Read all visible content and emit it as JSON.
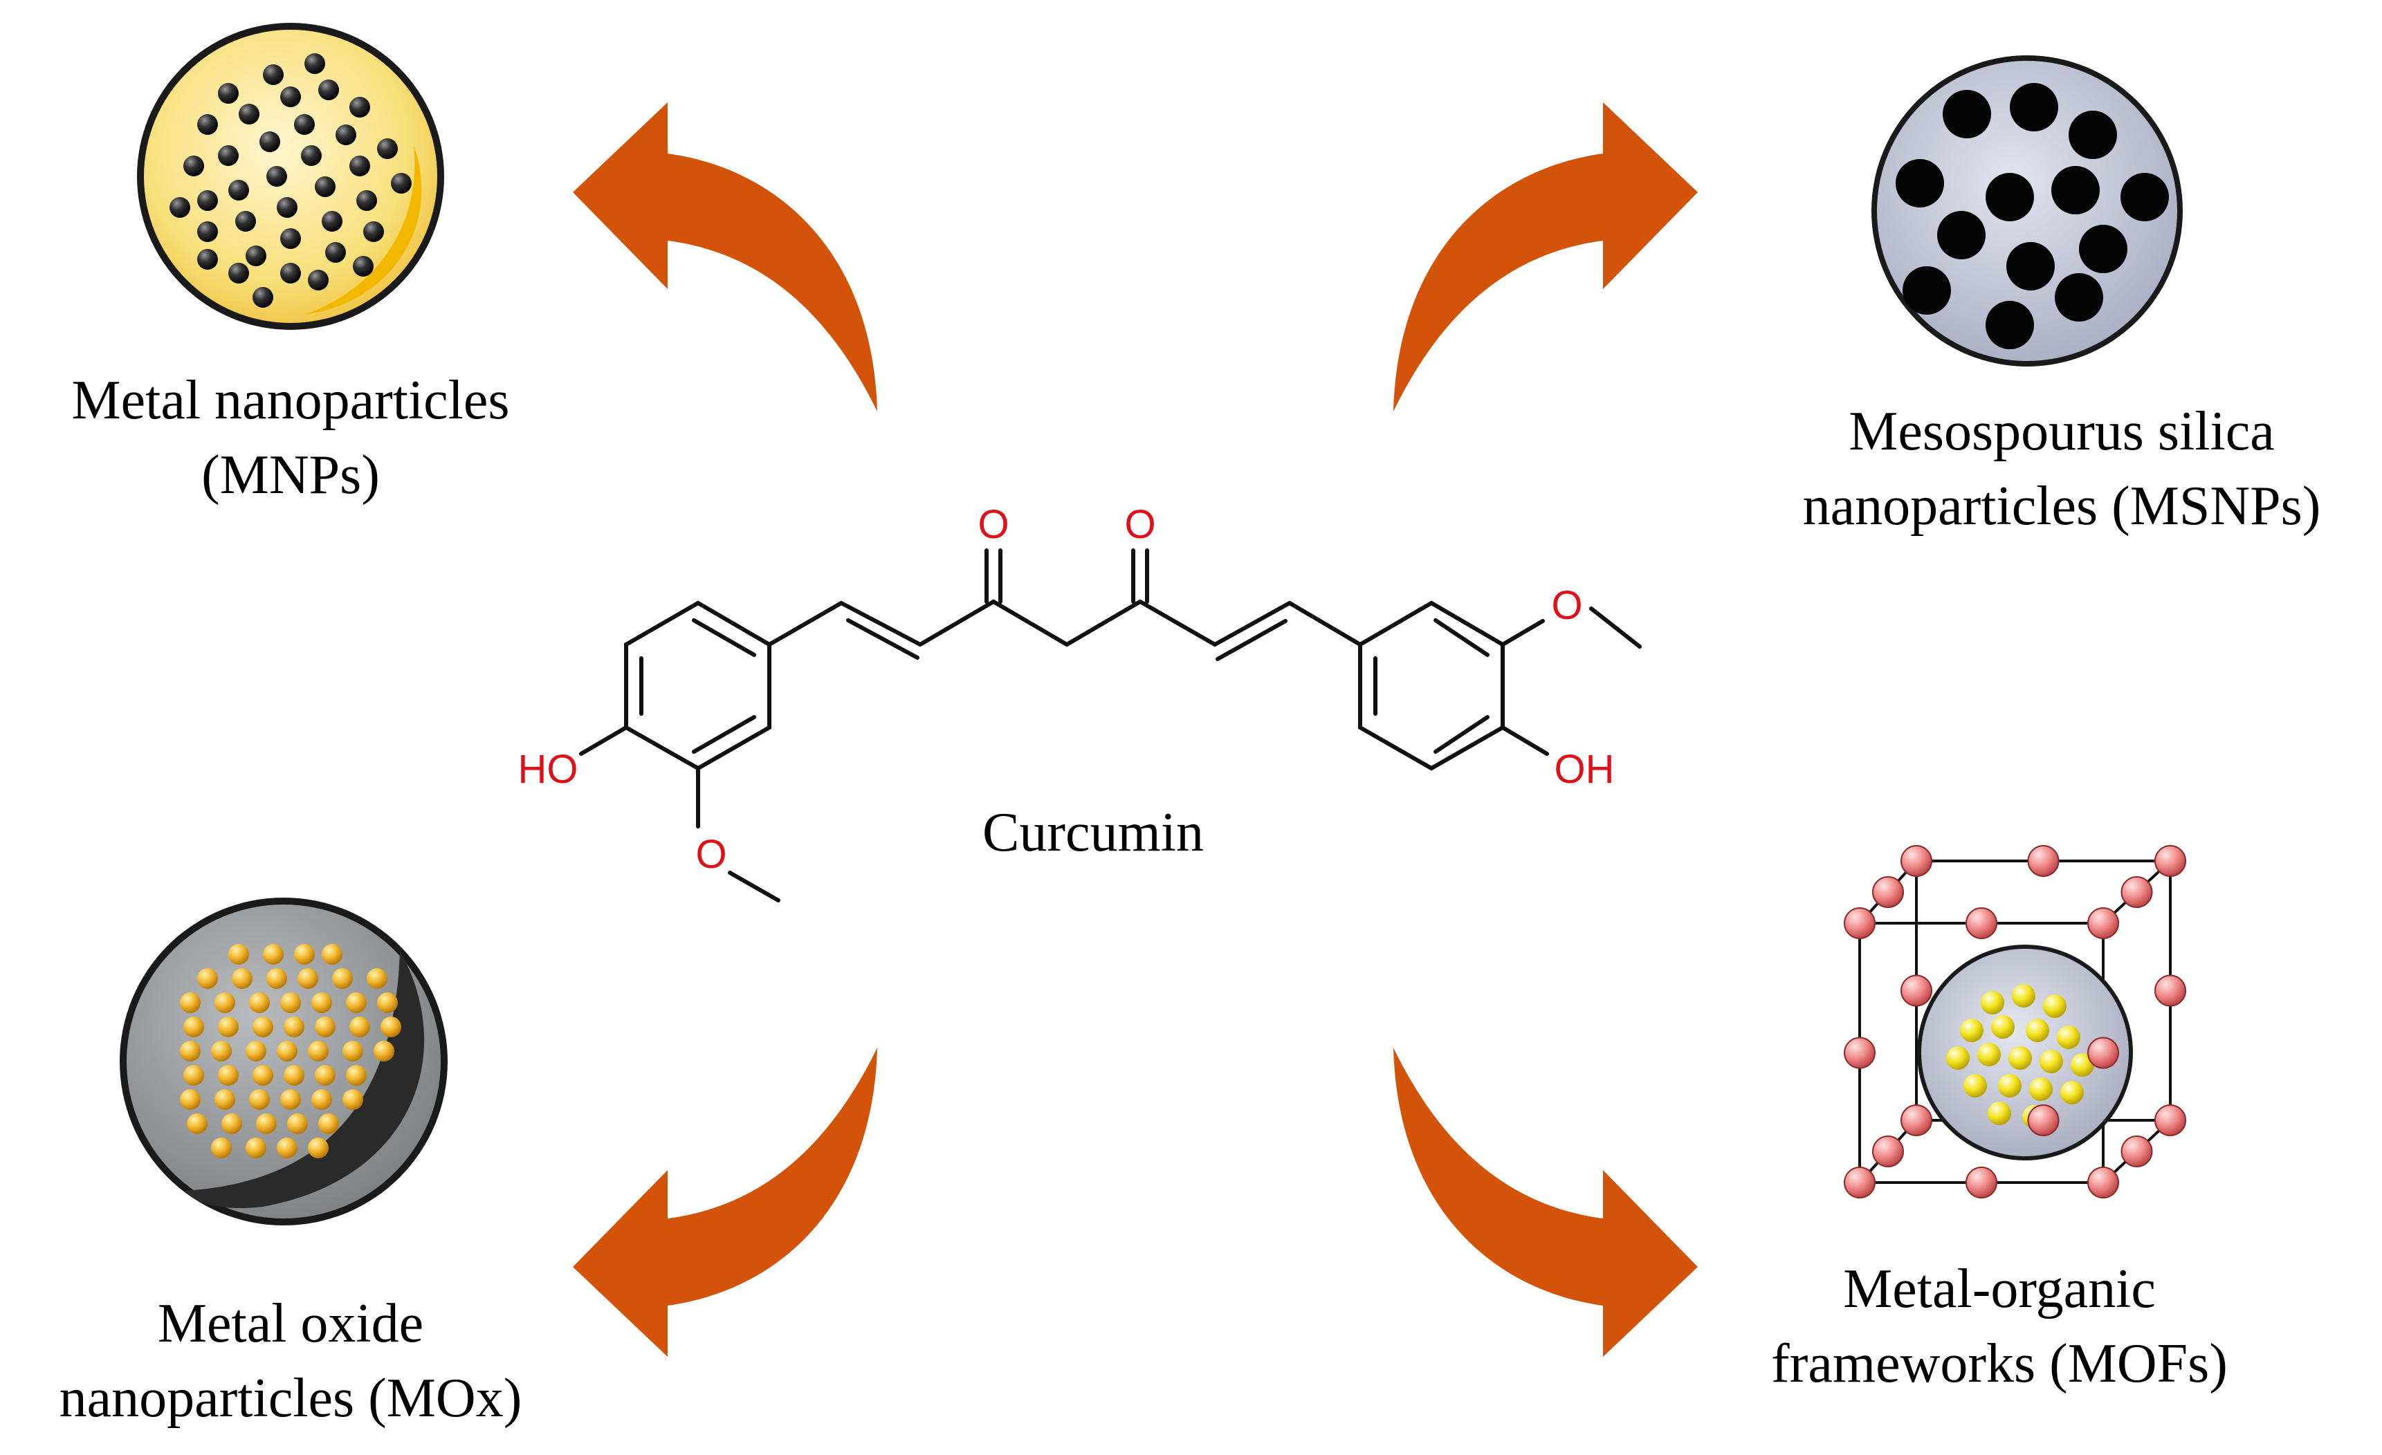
{
  "center": {
    "label": "Curcumin"
  },
  "molecule": {
    "atom_o": "O",
    "atom_ho": "HO",
    "atom_oh": "OH"
  },
  "nodes": [
    {
      "id": "mnp",
      "line1": "Metal nanoparticles",
      "line2": "(MNPs)"
    },
    {
      "id": "msnp",
      "line1": "Mesospourus silica",
      "line2": "nanoparticles (MSNPs)"
    },
    {
      "id": "mox",
      "line1": "Metal oxide",
      "line2": "nanoparticles (MOx)"
    },
    {
      "id": "mof",
      "line1": "Metal-organic",
      "line2": "frameworks (MOFs)"
    }
  ],
  "colors": {
    "arrow": "#d35409",
    "heteroatom": "#e0101a",
    "bond": "#111111",
    "mnp_fill": "#f6d563",
    "msnp_fill": "#b9bccd",
    "mox_fill": "#8f9294",
    "mof_node": "#f08a8a",
    "gold_particle": "#f1b62d",
    "yellow_particle": "#f3e21c"
  }
}
